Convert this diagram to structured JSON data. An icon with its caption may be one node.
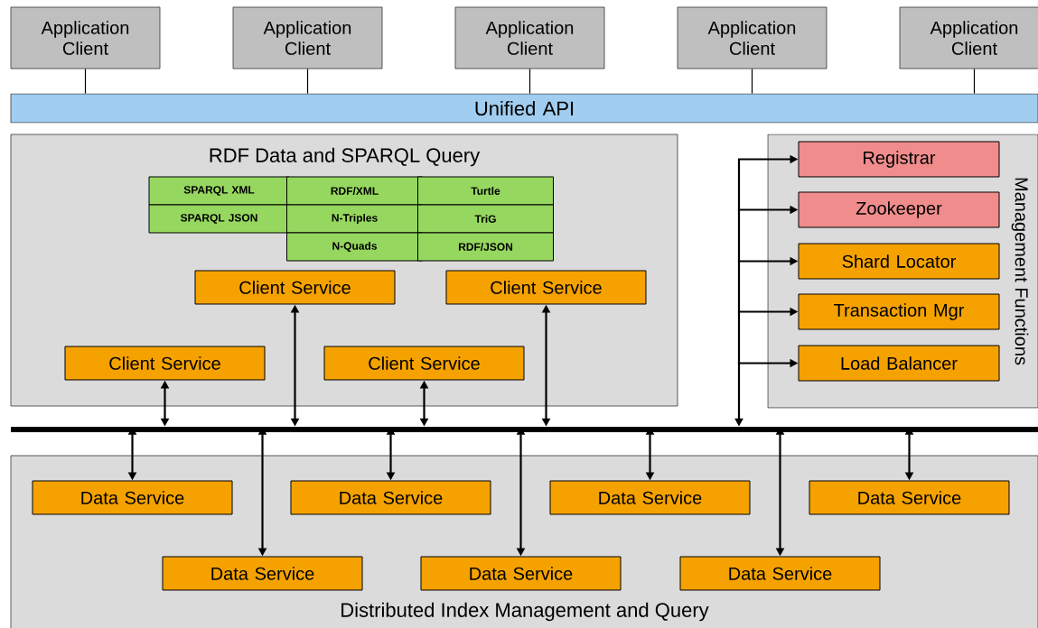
{
  "diagram": {
    "nodes": [
      {
        "text": [
          "Application Client"
        ]
      },
      {
        "text": [
          "Application Client"
        ]
      },
      {
        "text": [
          "Application Client"
        ]
      },
      {
        "text": [
          "Application Client"
        ]
      },
      {
        "text": [
          "Application Client"
        ]
      },
      {
        "text": [
          "Unified API"
        ]
      },
      {
        "text": [
          "RDF Data and SPARQL Query"
        ]
      },
      {
        "text": [
          "SPARQL XML"
        ],
        "in": 6
      },
      {
        "text": [
          "RDF/XML"
        ],
        "in": 6
      },
      {
        "text": [
          "Turtle"
        ],
        "in": 6
      },
      {
        "text": [
          "SPARQL JSON"
        ],
        "in": 6
      },
      {
        "text": [
          "N-Triples"
        ],
        "in": 6
      },
      {
        "text": [
          "TriG"
        ],
        "in": 6
      },
      {
        "text": [
          "N-Quads"
        ],
        "in": 6
      },
      {
        "text": [
          "RDF/JSON"
        ],
        "in": 6
      },
      {
        "text": [
          "Client Service"
        ],
        "in": 6
      },
      {
        "text": [
          "Client Service"
        ],
        "in": 6
      },
      {
        "text": [
          "Client Service"
        ],
        "in": 6
      },
      {
        "text": [
          "Client Service"
        ],
        "in": 6
      },
      {
        "text": [
          "Management Functions"
        ]
      },
      {
        "text": [
          "Registrar"
        ],
        "in": 19
      },
      {
        "text": [
          "Zookeeper"
        ],
        "in": 19
      },
      {
        "text": [
          "Shard Locator"
        ],
        "in": 19
      },
      {
        "text": [
          "Transaction Mgr"
        ],
        "in": 19
      },
      {
        "text": [
          "Load Balancer"
        ],
        "in": 19
      },
      {
        "text": [],
        "shape": "bar"
      },
      {
        "text": [
          "Distributed Index Management and Query"
        ]
      },
      {
        "text": [
          "Data Service"
        ],
        "in": 26
      },
      {
        "text": [
          "Data Service"
        ],
        "in": 26
      },
      {
        "text": [
          "Data Service"
        ],
        "in": 26
      },
      {
        "text": [
          "Data Service"
        ],
        "in": 26
      },
      {
        "text": [
          "Data Service"
        ],
        "in": 26
      },
      {
        "text": [
          "Data Service"
        ],
        "in": 26
      },
      {
        "text": [
          "Data Service"
        ],
        "in": 26
      }
    ],
    "edges": [
      {
        "from": 0,
        "to": 5,
        "arrow": "none"
      },
      {
        "from": 1,
        "to": 5,
        "arrow": "none"
      },
      {
        "from": 2,
        "to": 5,
        "arrow": "none"
      },
      {
        "from": 3,
        "to": 5,
        "arrow": "none"
      },
      {
        "from": 4,
        "to": 5,
        "arrow": "none"
      },
      {
        "from": 15,
        "to": 25,
        "arrow": "both"
      },
      {
        "from": 16,
        "to": 25,
        "arrow": "both"
      },
      {
        "from": 17,
        "to": 25,
        "arrow": "both"
      },
      {
        "from": 18,
        "to": 25,
        "arrow": "both"
      },
      {
        "from": 25,
        "to": 27,
        "arrow": "both"
      },
      {
        "from": 25,
        "to": 28,
        "arrow": "both"
      },
      {
        "from": 25,
        "to": 29,
        "arrow": "both"
      },
      {
        "from": 25,
        "to": 30,
        "arrow": "both"
      },
      {
        "from": 25,
        "to": 31,
        "arrow": "both"
      },
      {
        "from": 25,
        "to": 32,
        "arrow": "both"
      },
      {
        "from": 25,
        "to": 33,
        "arrow": "both"
      },
      {
        "from": 25,
        "to": 20,
        "arrow": "both"
      },
      {
        "from": 25,
        "to": 21,
        "arrow": "both"
      },
      {
        "from": 25,
        "to": 22,
        "arrow": "both"
      },
      {
        "from": 25,
        "to": 23,
        "arrow": "both"
      },
      {
        "from": 25,
        "to": 24,
        "arrow": "both"
      }
    ]
  }
}
